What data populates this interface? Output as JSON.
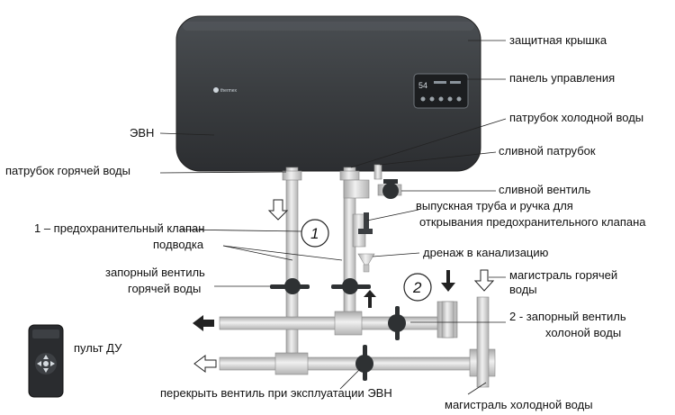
{
  "heater": {
    "brand": "thermex",
    "display": "54"
  },
  "labels": {
    "cover": "защитная крышка",
    "control_panel": "панель управления",
    "evn": "ЭВН",
    "cold_inlet": "патрубок холодной воды",
    "hot_outlet": "патрубок горячей воды",
    "drain_fitting": "сливной патрубок",
    "drain_valve": "сливной вентиль",
    "release_pipe_1": "выпускная труба и  ручка для",
    "release_pipe_2": "открывания предохранительного клапана",
    "safety_valve": "1 – предохранительный клапан",
    "supply": "подводка",
    "sewer_drain": "дренаж в канализацию",
    "hot_shutoff_1": "запорный вентиль",
    "hot_shutoff_2": "горячей воды",
    "hot_main_1": "магистраль горячей",
    "hot_main_2": "воды",
    "cold_shutoff_1": "2 - запорный вентиль",
    "cold_shutoff_2": "холоной воды",
    "remote": "пульт ДУ",
    "close_valve": "перекрыть вентиль при эксплуатации ЭВН",
    "cold_main": "магистраль холодной воды"
  },
  "markers": {
    "one": "1",
    "two": "2"
  },
  "colors": {
    "tank": "#3a3d40",
    "pipe": "#dcdcdc",
    "valve": "#2e3133",
    "text": "#111111"
  }
}
